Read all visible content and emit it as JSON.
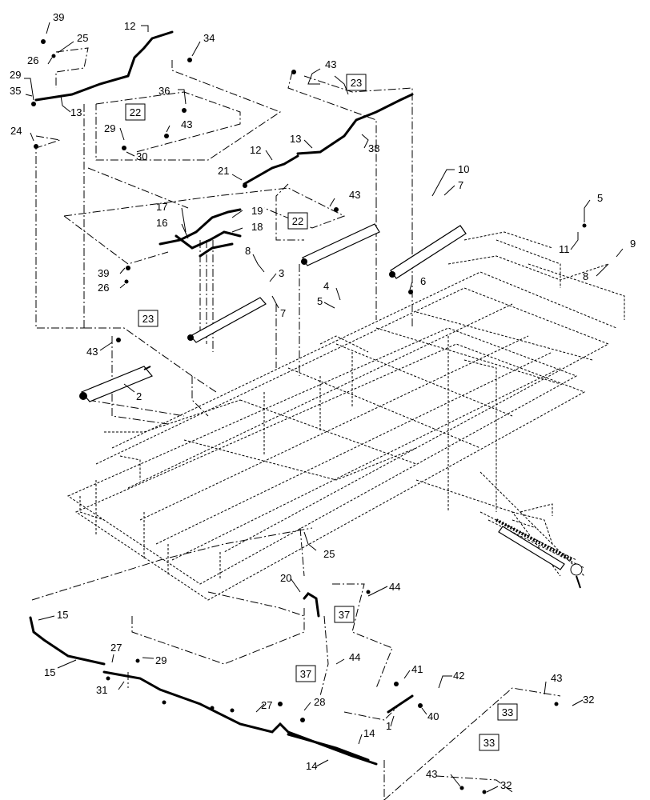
{
  "callouts": [
    "39",
    "25",
    "12",
    "34",
    "26",
    "29",
    "35",
    "13",
    "43",
    "36",
    "22",
    "29",
    "43",
    "24",
    "30",
    "12",
    "13",
    "38",
    "21",
    "43",
    "10",
    "7",
    "5",
    "17",
    "16",
    "19",
    "18",
    "22",
    "11",
    "9",
    "8",
    "39",
    "26",
    "8",
    "3",
    "6",
    "4",
    "5",
    "7",
    "23",
    "43",
    "2",
    "25",
    "20",
    "44",
    "15",
    "15",
    "27",
    "29",
    "37",
    "44",
    "41",
    "42",
    "31",
    "27",
    "28",
    "40",
    "43",
    "32",
    "1",
    "14",
    "14",
    "33",
    "43",
    "32"
  ],
  "boxed_callouts": [
    "23",
    "22",
    "22",
    "23",
    "37",
    "37",
    "33",
    "33"
  ],
  "line_color": "#000000"
}
